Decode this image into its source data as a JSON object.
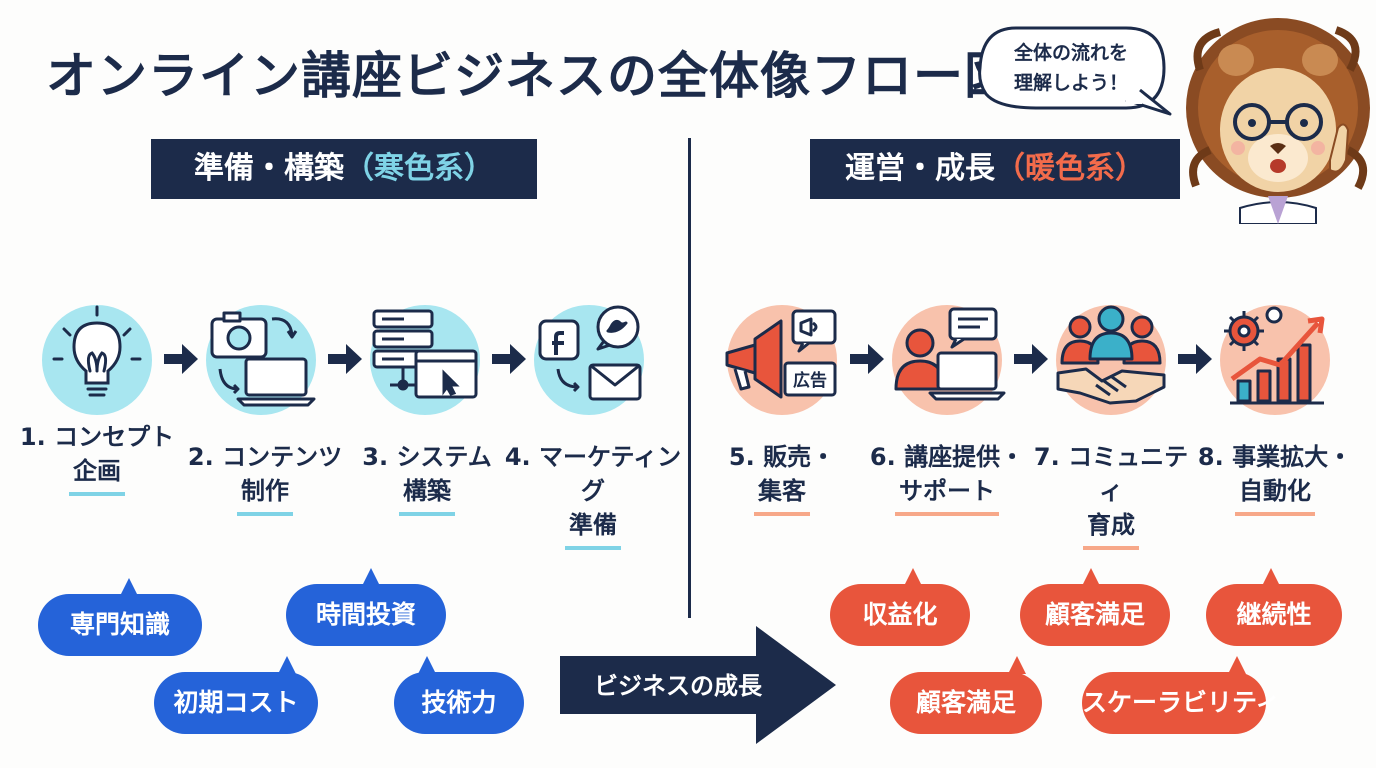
{
  "title": "オンライン講座ビジネスの全体像フロー図",
  "speech": {
    "line1": "全体の流れを",
    "line2": "理解しよう！"
  },
  "sections": {
    "left": {
      "main": "準備・構築",
      "paren": "（寒色系）"
    },
    "right": {
      "main": "運営・成長",
      "paren": "（暖色系）"
    }
  },
  "steps": [
    {
      "line1": "1. コンセプト",
      "line2": "企画",
      "icon": "lightbulb-icon"
    },
    {
      "line1": "2. コンテンツ",
      "line2": "制作",
      "icon": "camera-laptop-icon"
    },
    {
      "line1": "3. システム",
      "line2": "構築",
      "icon": "server-browser-icon"
    },
    {
      "line1": "4. マーケティング",
      "line2": "準備",
      "icon": "social-mail-icon"
    },
    {
      "line1": "5. 販売・",
      "line2": "集客",
      "icon": "megaphone-icon",
      "ad_label": "広告"
    },
    {
      "line1": "6. 講座提供・",
      "line2": "サポート",
      "icon": "person-laptop-icon"
    },
    {
      "line1": "7. コミュニティ",
      "line2": "育成",
      "icon": "handshake-group-icon"
    },
    {
      "line1": "8. 事業拡大・",
      "line2": "自動化",
      "icon": "growth-chart-icon"
    }
  ],
  "cool_tags": [
    "専門知識",
    "時間投資",
    "初期コスト",
    "技術力"
  ],
  "warm_tags": [
    "収益化",
    "顧客満足",
    "継続性",
    "顧客満足",
    "スケーラビリティ"
  ],
  "growth_arrow": "ビジネスの成長",
  "colors": {
    "navy": "#1c2b4a",
    "cool": "#a8e6f0",
    "warm": "#f8c2ac",
    "blue": "#2563d9",
    "red": "#e8553c"
  }
}
